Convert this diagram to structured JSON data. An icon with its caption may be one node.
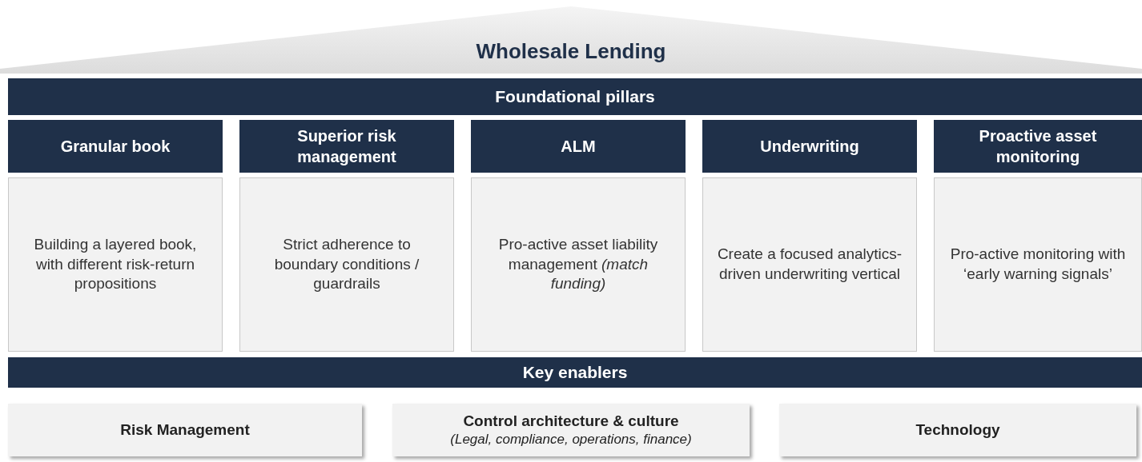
{
  "diagram": {
    "nodes": [
      {
        "text": [
          "Wholesale Lending"
        ]
      },
      {
        "text": [
          "Foundational pillars"
        ]
      },
      {
        "text": [
          "Granular book"
        ]
      },
      {
        "text": [
          "Superior risk management"
        ]
      },
      {
        "text": [
          "ALM"
        ]
      },
      {
        "text": [
          "Underwriting"
        ]
      },
      {
        "text": [
          "Proactive asset monitoring"
        ]
      },
      {
        "text": [
          "Building a layered book, with different risk-return propositions"
        ]
      },
      {
        "text": [
          "Strict adherence to boundary conditions / guardrails"
        ]
      },
      {
        "text": [
          "Pro-active asset liability management *(match funding)*"
        ]
      },
      {
        "text": [
          "Create a focused analytics-driven underwriting vertical"
        ]
      },
      {
        "text": [
          "Pro-active monitoring with ‘early warning signals’"
        ]
      },
      {
        "text": [
          "Key enablers"
        ]
      },
      {
        "text": [
          "Risk Management"
        ]
      },
      {
        "text": [
          "Control architecture & culture",
          "(Legal, compliance, operations, finance)"
        ]
      },
      {
        "text": [
          "Technology"
        ]
      }
    ],
    "edges": []
  }
}
